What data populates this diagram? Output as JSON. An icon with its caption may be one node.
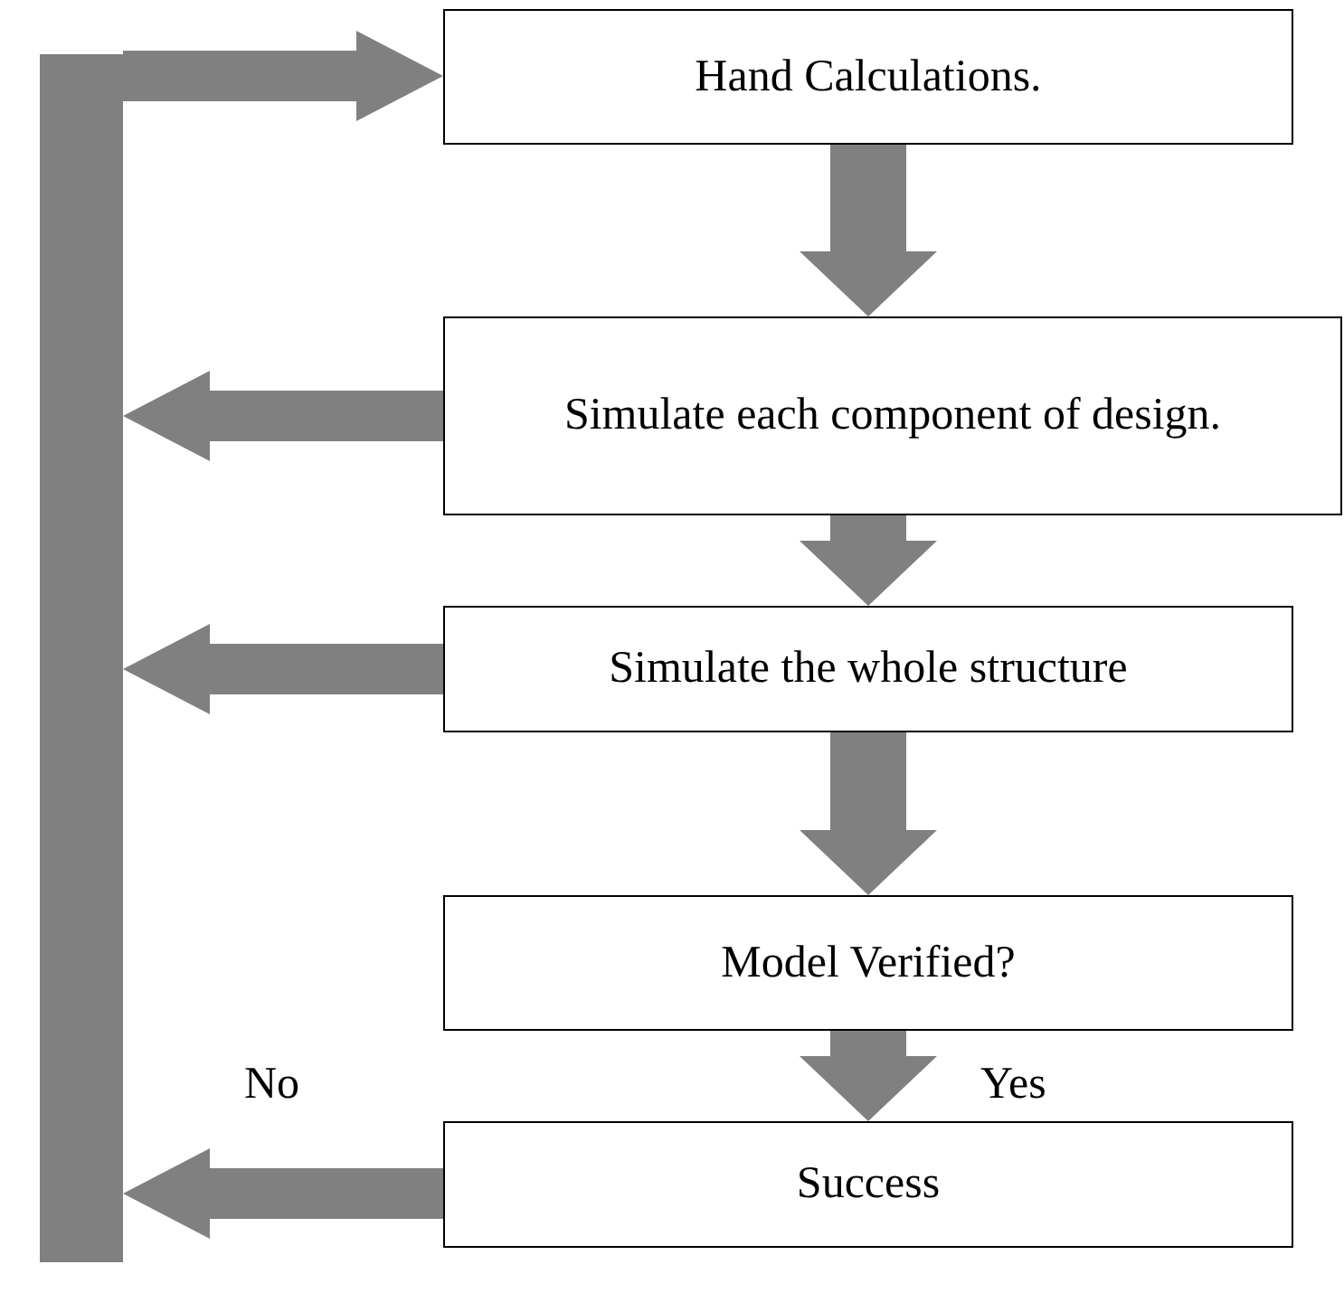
{
  "diagram": {
    "nodes": [
      {
        "text": [
          "Hand Calculations."
        ]
      },
      {
        "text": [
          "Simulate each component of design."
        ]
      },
      {
        "text": [
          "Simulate the whole structure"
        ]
      },
      {
        "text": [
          "Model Verified?"
        ]
      },
      {
        "text": [
          "Success"
        ]
      },
      {
        "text": [],
        "shape": "bar"
      }
    ],
    "edges": [
      {
        "from": 5,
        "to": 0,
        "arrow": "to"
      },
      {
        "from": 0,
        "to": 1,
        "arrow": "to"
      },
      {
        "from": 1,
        "to": 5,
        "arrow": "to"
      },
      {
        "from": 1,
        "to": 2,
        "arrow": "to"
      },
      {
        "from": 2,
        "to": 5,
        "arrow": "to"
      },
      {
        "from": 2,
        "to": 3,
        "arrow": "to"
      },
      {
        "from": 3,
        "to": 4,
        "arrow": "to",
        "label": "Yes"
      },
      {
        "from": 4,
        "to": 5,
        "arrow": "to",
        "label": "No"
      }
    ]
  }
}
